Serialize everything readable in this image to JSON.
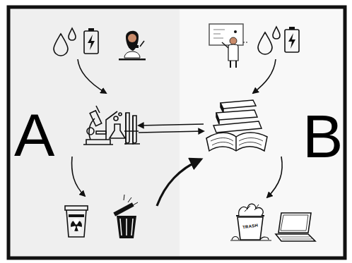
{
  "diagram": {
    "labels": [
      "A",
      "B",
      "TRASH"
    ]
  }
}
